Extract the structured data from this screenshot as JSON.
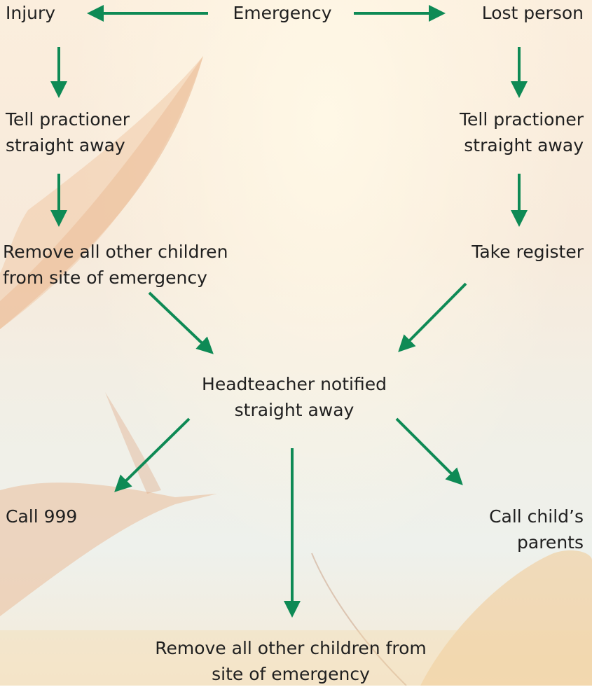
{
  "diagram": {
    "arrow_color": "#0e8a55",
    "nodes": {
      "emergency": "Emergency",
      "injury": "Injury",
      "lost_person": "Lost person",
      "tell_left_1": "Tell practioner",
      "tell_left_2": "straight away",
      "tell_right_1": "Tell practioner",
      "tell_right_2": "straight away",
      "remove_left_1": "Remove all other children",
      "remove_left_2": "from site of emergency",
      "take_register": "Take register",
      "head_1": "Headteacher notified",
      "head_2": "straight away",
      "call_999": "Call 999",
      "call_parents_1": "Call child’s",
      "call_parents_2": "parents",
      "remove_bottom_1": "Remove all other children from",
      "remove_bottom_2": "site of emergency"
    }
  }
}
